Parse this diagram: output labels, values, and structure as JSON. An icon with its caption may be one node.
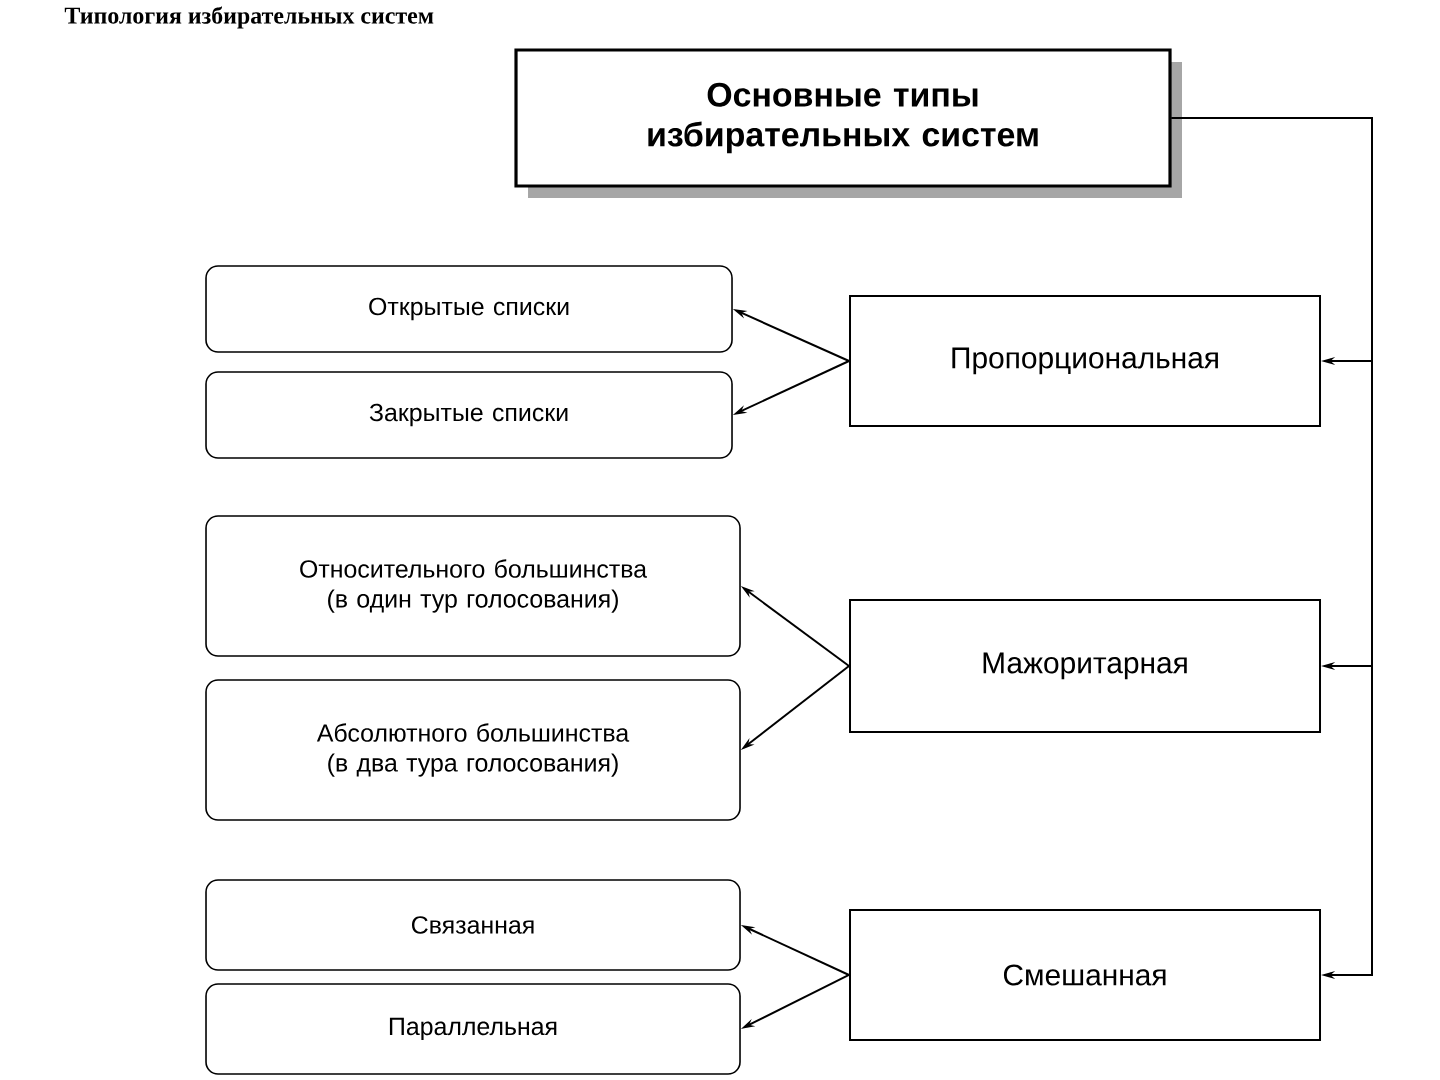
{
  "diagram": {
    "title": "Типология избирательных систем",
    "nodes": [
      {
        "text": [
          "Основные типы избирательных систем"
        ]
      },
      {
        "text": [
          "Пропорциональная"
        ]
      },
      {
        "text": [
          "Открытые списки"
        ]
      },
      {
        "text": [
          "Закрытые списки"
        ]
      },
      {
        "text": [
          "Мажоритарная"
        ]
      },
      {
        "text": [
          "Относительного большинства (в один тур голосования)"
        ]
      },
      {
        "text": [
          "Абсолютного большинства (в два тура голосования)"
        ]
      },
      {
        "text": [
          "Смешанная"
        ]
      },
      {
        "text": [
          "Связанная"
        ]
      },
      {
        "text": [
          "Параллельная"
        ]
      }
    ],
    "edges": [
      {
        "from": 0,
        "to": 1,
        "arrow": "to"
      },
      {
        "from": 0,
        "to": 4,
        "arrow": "to"
      },
      {
        "from": 0,
        "to": 7,
        "arrow": "to"
      },
      {
        "from": 1,
        "to": 2,
        "arrow": "to"
      },
      {
        "from": 1,
        "to": 3,
        "arrow": "to"
      },
      {
        "from": 4,
        "to": 5,
        "arrow": "to"
      },
      {
        "from": 4,
        "to": 6,
        "arrow": "to"
      },
      {
        "from": 7,
        "to": 8,
        "arrow": "to"
      },
      {
        "from": 7,
        "to": 9,
        "arrow": "to"
      }
    ]
  }
}
